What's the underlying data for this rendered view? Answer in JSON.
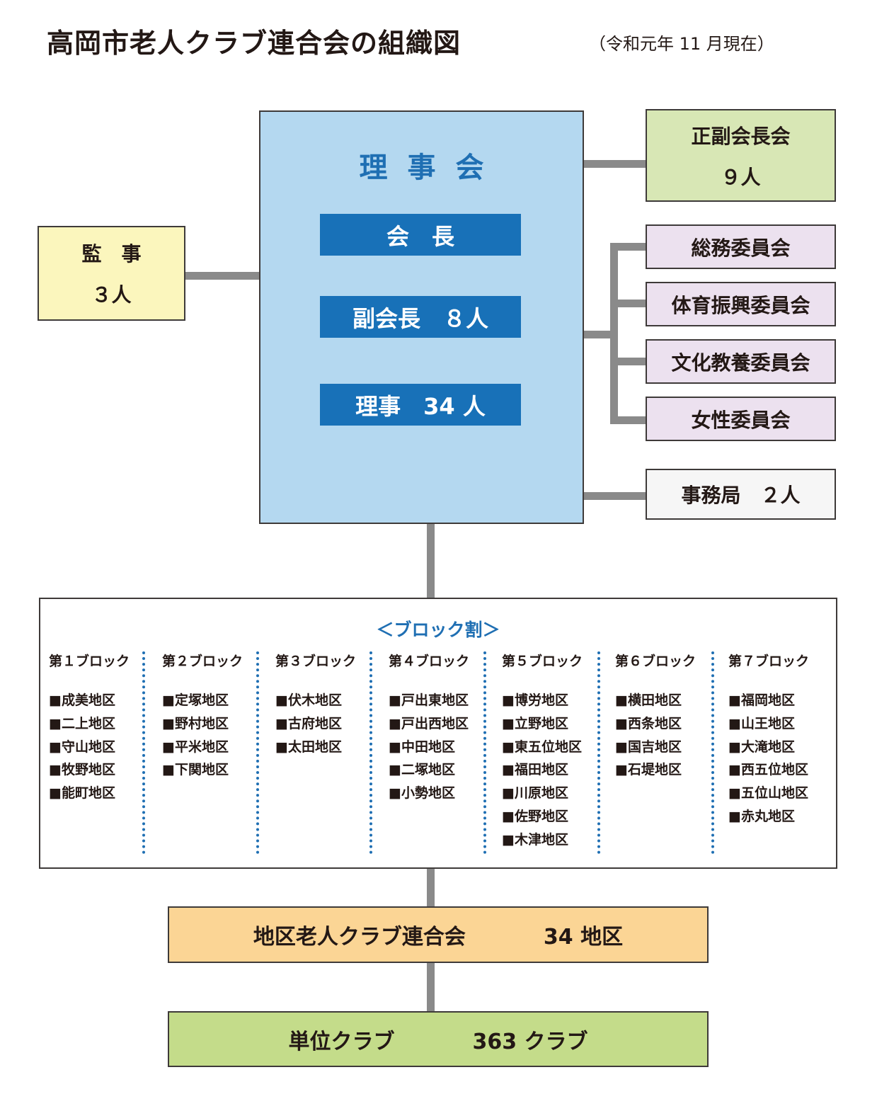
{
  "title": "高岡市老人クラブ連合会の組織図",
  "date_note": "（令和元年 11 月現在）",
  "board": {
    "title": "理事会",
    "chairman": "会　長",
    "vice_chairmen": "副会長　８人",
    "directors": "理事　34 人"
  },
  "auditor": {
    "label": "監　事",
    "count": "３人"
  },
  "vice_meeting": {
    "label": "正副会長会",
    "count": "９人"
  },
  "committees": [
    "総務委員会",
    "体育振興委員会",
    "文化教養委員会",
    "女性委員会"
  ],
  "secretariat": "事務局　２人",
  "blocks": {
    "title": "＜ブロック割＞",
    "columns": [
      {
        "name": "第１ブロック",
        "areas": [
          "■成美地区",
          "■二上地区",
          "■守山地区",
          "■牧野地区",
          "■能町地区"
        ]
      },
      {
        "name": "第２ブロック",
        "areas": [
          "■定塚地区",
          "■野村地区",
          "■平米地区",
          "■下関地区"
        ]
      },
      {
        "name": "第３ブロック",
        "areas": [
          "■伏木地区",
          "■古府地区",
          "■太田地区"
        ]
      },
      {
        "name": "第４ブロック",
        "areas": [
          "■戸出東地区",
          "■戸出西地区",
          "■中田地区",
          "■二塚地区",
          "■小勢地区"
        ]
      },
      {
        "name": "第５ブロック",
        "areas": [
          "■博労地区",
          "■立野地区",
          "■東五位地区",
          "■福田地区",
          "■川原地区",
          "■佐野地区",
          "■木津地区"
        ]
      },
      {
        "name": "第６ブロック",
        "areas": [
          "■横田地区",
          "■西条地区",
          "■国吉地区",
          "■石堤地区"
        ]
      },
      {
        "name": "第７ブロック",
        "areas": [
          "■福岡地区",
          "■山王地区",
          "■大滝地区",
          "■西五位地区",
          "■五位山地区",
          "■赤丸地区"
        ]
      }
    ]
  },
  "district": {
    "label": "地区老人クラブ連合会",
    "count": "34 地区"
  },
  "unit": {
    "label": "単位クラブ",
    "count": "363 クラブ"
  },
  "colors": {
    "board": "#b4d8f0",
    "board_blue": "#1871b8",
    "auditor": "#fbf6bd",
    "vice_meeting": "#d8e7b5",
    "committee": "#ece1ef",
    "district": "#fbd595",
    "unit": "#c4dc8a",
    "connector": "#8a8a8a"
  }
}
